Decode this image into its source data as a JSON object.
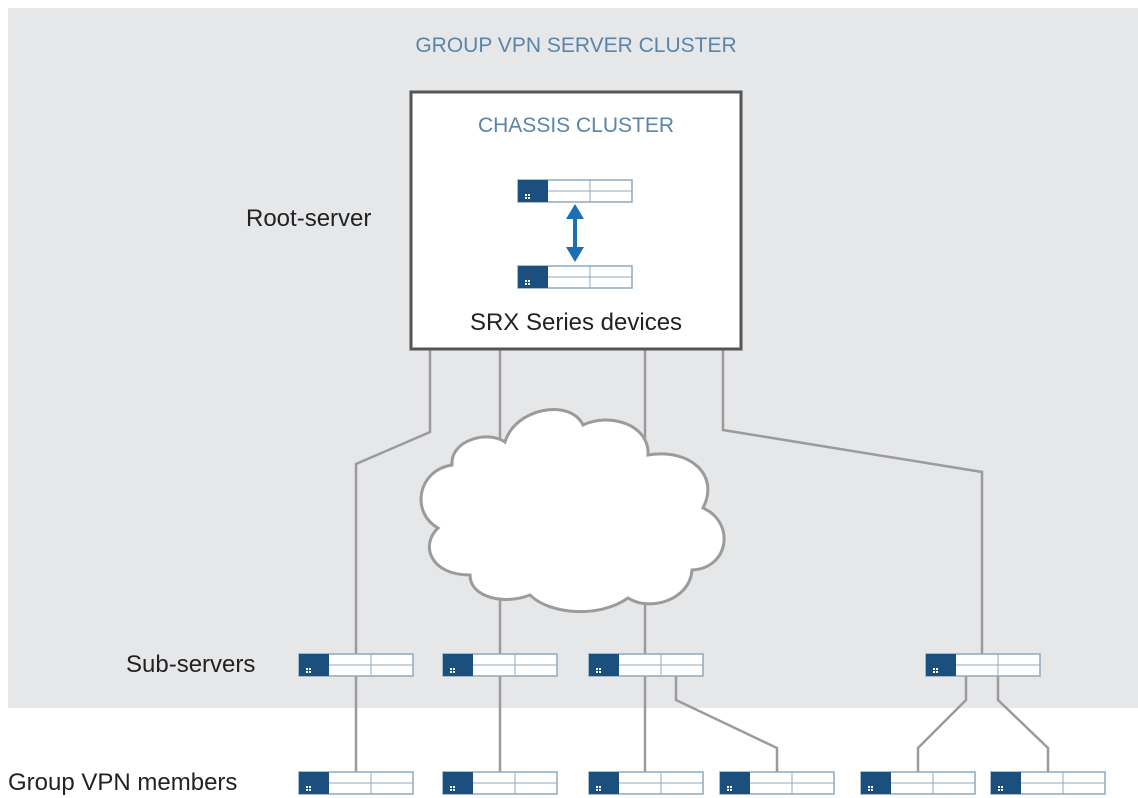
{
  "diagram": {
    "cluster_title": "GROUP VPN SERVER CLUSTER",
    "chassis_title": "CHASSIS CLUSTER",
    "root_server_label": "Root-server",
    "srx_label": "SRX Series devices",
    "sub_servers_label": "Sub-servers",
    "members_label": "Group VPN members",
    "colors": {
      "cluster_background": "#e6e7e9",
      "title_blue": "#5b84a6",
      "device_navy": "#1b4f7d",
      "device_outline": "#8fa8bd",
      "arrow_blue": "#1a6fb5",
      "line_gray": "#9b9b9b",
      "cloud_outline": "#9b9b9b",
      "chassis_border": "#555555",
      "text_dark": "#222222"
    }
  }
}
